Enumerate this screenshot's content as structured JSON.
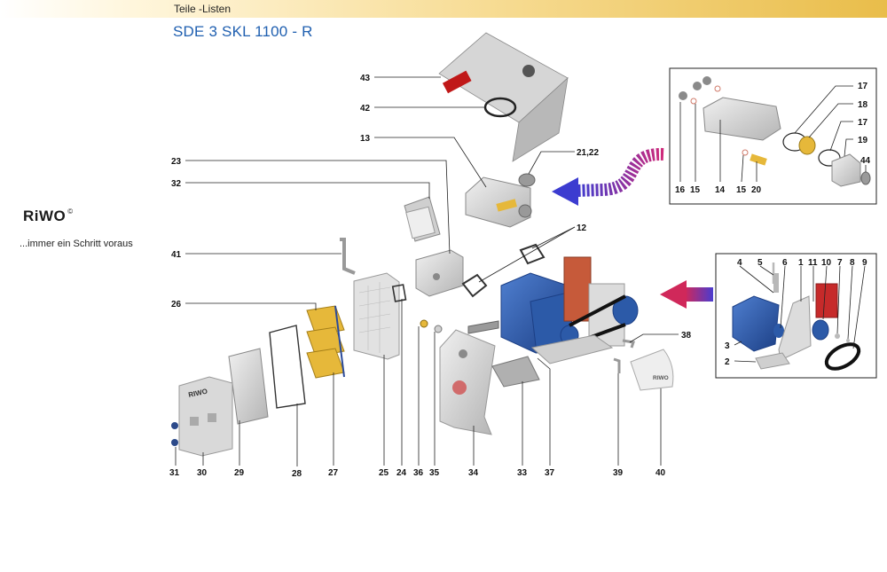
{
  "header": {
    "section": "Teile -Listen",
    "title": "SDE 3  SKL 1100 - R"
  },
  "brand": {
    "logo": "RiWO",
    "registered_mark": "©",
    "slogan": "...immer ein Schritt voraus"
  },
  "colors": {
    "title_blue": "#1f5fb0",
    "gear_blue": "#2c5aa8",
    "filter_yellow": "#e6b83a",
    "arrow_magenta": "#cc2a9a",
    "arrow_blue": "#3c3cd0",
    "header_gold": "#e9bd4a"
  },
  "callouts": {
    "c43": "43",
    "c42": "42",
    "c13": "13",
    "c2122": "21,22",
    "c23": "23",
    "c32": "32",
    "c12": "12",
    "c41": "41",
    "c26": "26",
    "c38": "38",
    "c31": "31",
    "c30": "30",
    "c29": "29",
    "c28": "28",
    "c27": "27",
    "c25": "25",
    "c24": "24",
    "c36": "36",
    "c35": "35",
    "c34": "34",
    "c33": "33",
    "c37": "37",
    "c39": "39",
    "c40": "40",
    "i16": "16",
    "i15a": "15",
    "i14": "14",
    "i15b": "15",
    "i20": "20",
    "i17a": "17",
    "i18": "18",
    "i17b": "17",
    "i19": "19",
    "i44": "44",
    "d4": "4",
    "d5": "5",
    "d6": "6",
    "d1": "1",
    "d11": "11",
    "d10": "10",
    "d7": "7",
    "d8": "8",
    "d9": "9",
    "d3": "3",
    "d2": "2"
  },
  "part_labels": {
    "housing_brand": "RIWO",
    "cover_brand": "RIWO"
  }
}
